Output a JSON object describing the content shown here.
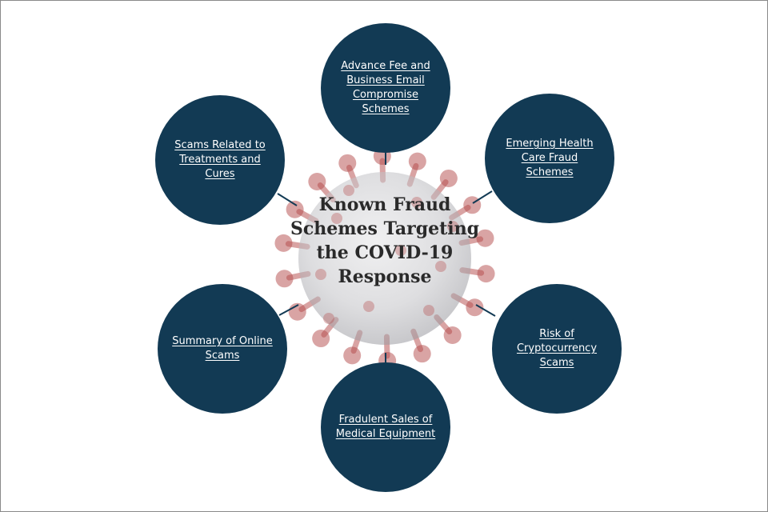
{
  "diagram": {
    "center_title": "Known Fraud Schemes Targeting the COVID-19 Response",
    "nodes": [
      {
        "id": "advance-fee",
        "label": "Advance Fee and Business Email Compromise Schemes"
      },
      {
        "id": "emerging-health-care",
        "label": "Emerging Health Care Fraud Schemes"
      },
      {
        "id": "cryptocurrency",
        "label": "Risk of Cryptocurrency Scams"
      },
      {
        "id": "medical-equipment",
        "label": "Fradulent Sales of Medical Equipment"
      },
      {
        "id": "online-scams",
        "label": "Summary of Online Scams"
      },
      {
        "id": "treatments-cures",
        "label": "Scams Related to Treatments and Cures"
      }
    ]
  },
  "colors": {
    "node_fill": "#123a54",
    "node_text": "#ffffff",
    "connector": "#123a54",
    "title_text": "#2a2a2a",
    "virus_body": "#b9b9bc",
    "virus_spike": "#b44a4a",
    "background": "#ffffff"
  }
}
